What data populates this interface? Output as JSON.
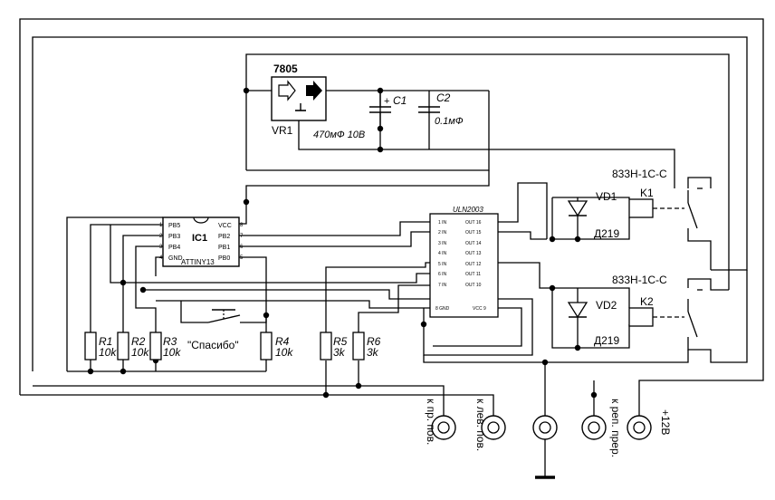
{
  "regulator": {
    "part": "7805",
    "ref": "VR1"
  },
  "capacitors": [
    {
      "ref": "C1",
      "plus": "+",
      "value": "470мФ 10В"
    },
    {
      "ref": "C2",
      "value": "0.1мФ"
    }
  ],
  "mcu": {
    "ref": "IC1",
    "name": "ATTINY13",
    "pins_left": [
      {
        "num": "1",
        "label": "PB5"
      },
      {
        "num": "2",
        "label": "PB3"
      },
      {
        "num": "3",
        "label": "PB4"
      },
      {
        "num": "4",
        "label": "GND"
      }
    ],
    "pins_right": [
      {
        "num": "8",
        "label": "VCC"
      },
      {
        "num": "7",
        "label": "PB2"
      },
      {
        "num": "6",
        "label": "PB1"
      },
      {
        "num": "5",
        "label": "PB0"
      }
    ]
  },
  "driver": {
    "name": "ULN2003",
    "inputs": [
      "1 IN",
      "2 IN",
      "3 IN",
      "4 IN",
      "5 IN",
      "6 IN",
      "7 IN"
    ],
    "outputs": [
      "OUT 16",
      "OUT 15",
      "OUT 14",
      "OUT 13",
      "OUT 12",
      "OUT 11",
      "OUT 10"
    ],
    "gnd": "8 GND",
    "vcc": "VCC 9"
  },
  "resistors": [
    {
      "ref": "R1",
      "value": "10k"
    },
    {
      "ref": "R2",
      "value": "10k"
    },
    {
      "ref": "R3",
      "value": "10k"
    },
    {
      "ref": "R4",
      "value": "10k"
    },
    {
      "ref": "R5",
      "value": "3k"
    },
    {
      "ref": "R6",
      "value": "3k"
    }
  ],
  "button_label": "\"Спасибо\"",
  "relays": [
    {
      "part": "833H-1C-C",
      "ref": "K1",
      "diode": "VD1",
      "diode_part": "Д219"
    },
    {
      "part": "833H-1C-C",
      "ref": "K2",
      "diode": "VD2",
      "diode_part": "Д219"
    }
  ],
  "connectors": [
    {
      "label": "к пр. пов."
    },
    {
      "label": "к лев. пов."
    },
    {
      "label": ""
    },
    {
      "label": "к реп. прер."
    },
    {
      "label": "+12В"
    }
  ]
}
